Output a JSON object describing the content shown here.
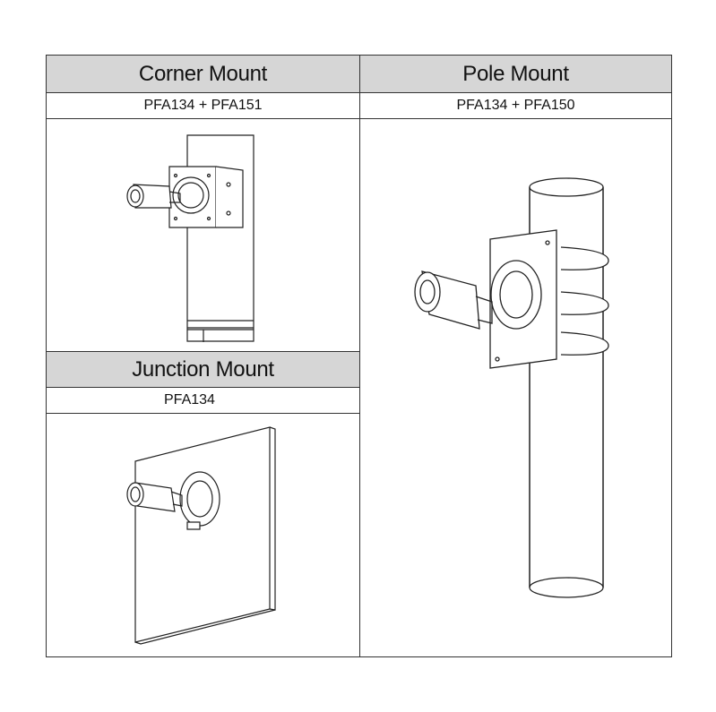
{
  "corner": {
    "title": "Corner Mount",
    "model": "PFA134 + PFA151"
  },
  "pole": {
    "title": "Pole Mount",
    "model": "PFA134 + PFA150"
  },
  "junction": {
    "title": "Junction Mount",
    "model": "PFA134"
  },
  "colors": {
    "header_bg": "#d6d6d6",
    "line": "#333333"
  }
}
